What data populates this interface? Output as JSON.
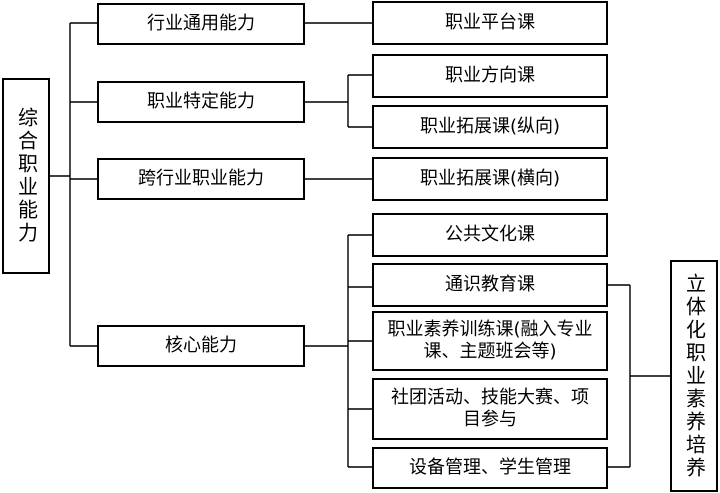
{
  "root": {
    "label": "综合职业能力"
  },
  "capabilities": [
    {
      "label": "行业通用能力"
    },
    {
      "label": "职业特定能力"
    },
    {
      "label": "跨行业职业能力"
    },
    {
      "label": "核心能力"
    }
  ],
  "courses": [
    {
      "label": "职业平台课"
    },
    {
      "label": "职业方向课"
    },
    {
      "label": "职业拓展课(纵向)"
    },
    {
      "label": "职业拓展课(横向)"
    },
    {
      "label": "公共文化课"
    },
    {
      "label": "通识教育课"
    },
    {
      "label": "职业素养训练课(融入专业课、主题班会等)"
    },
    {
      "label": "社团活动、技能大赛、项目参与"
    },
    {
      "label": "设备管理、学生管理"
    }
  ],
  "cultivation": {
    "label": "立体化职业素养培养"
  }
}
